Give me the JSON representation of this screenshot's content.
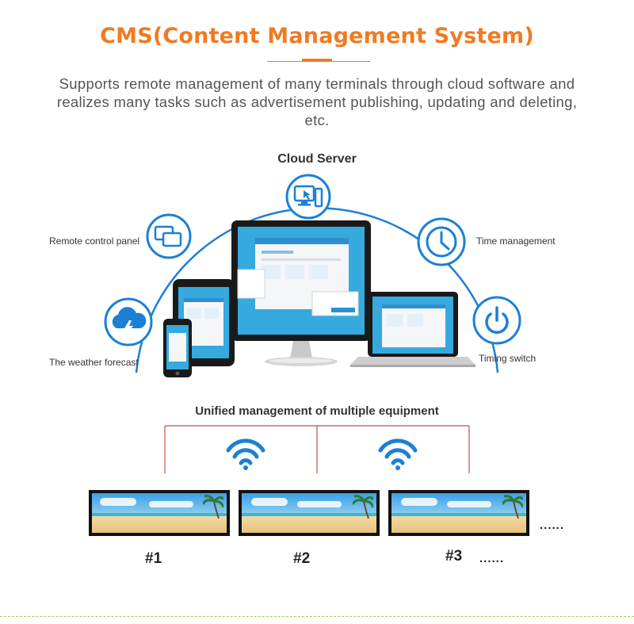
{
  "header": {
    "title": "CMS(Content Management System)",
    "subtitle": "Supports remote management of many terminals through cloud software and realizes many tasks such as advertisement publishing, updating and deleting, etc."
  },
  "cloud": {
    "title": "Cloud Server",
    "nodes": [
      {
        "label": "Remote control panel",
        "icon": "windows-icon"
      },
      {
        "label": "Time management",
        "icon": "clock-icon"
      },
      {
        "label": "The weather forecast",
        "icon": "weather-cloud-icon"
      },
      {
        "label": "Timing switch",
        "icon": "power-icon"
      }
    ]
  },
  "equipment": {
    "title": "Unified management of multiple equipment",
    "units": [
      {
        "label": "#1"
      },
      {
        "label": "#2"
      },
      {
        "label": "#3"
      }
    ],
    "ellipsis_right": "......",
    "ellipsis_bottom": "......"
  },
  "colors": {
    "accent": "#f07a22",
    "icon_blue": "#1c7fd6",
    "line_red": "#c0504d"
  }
}
